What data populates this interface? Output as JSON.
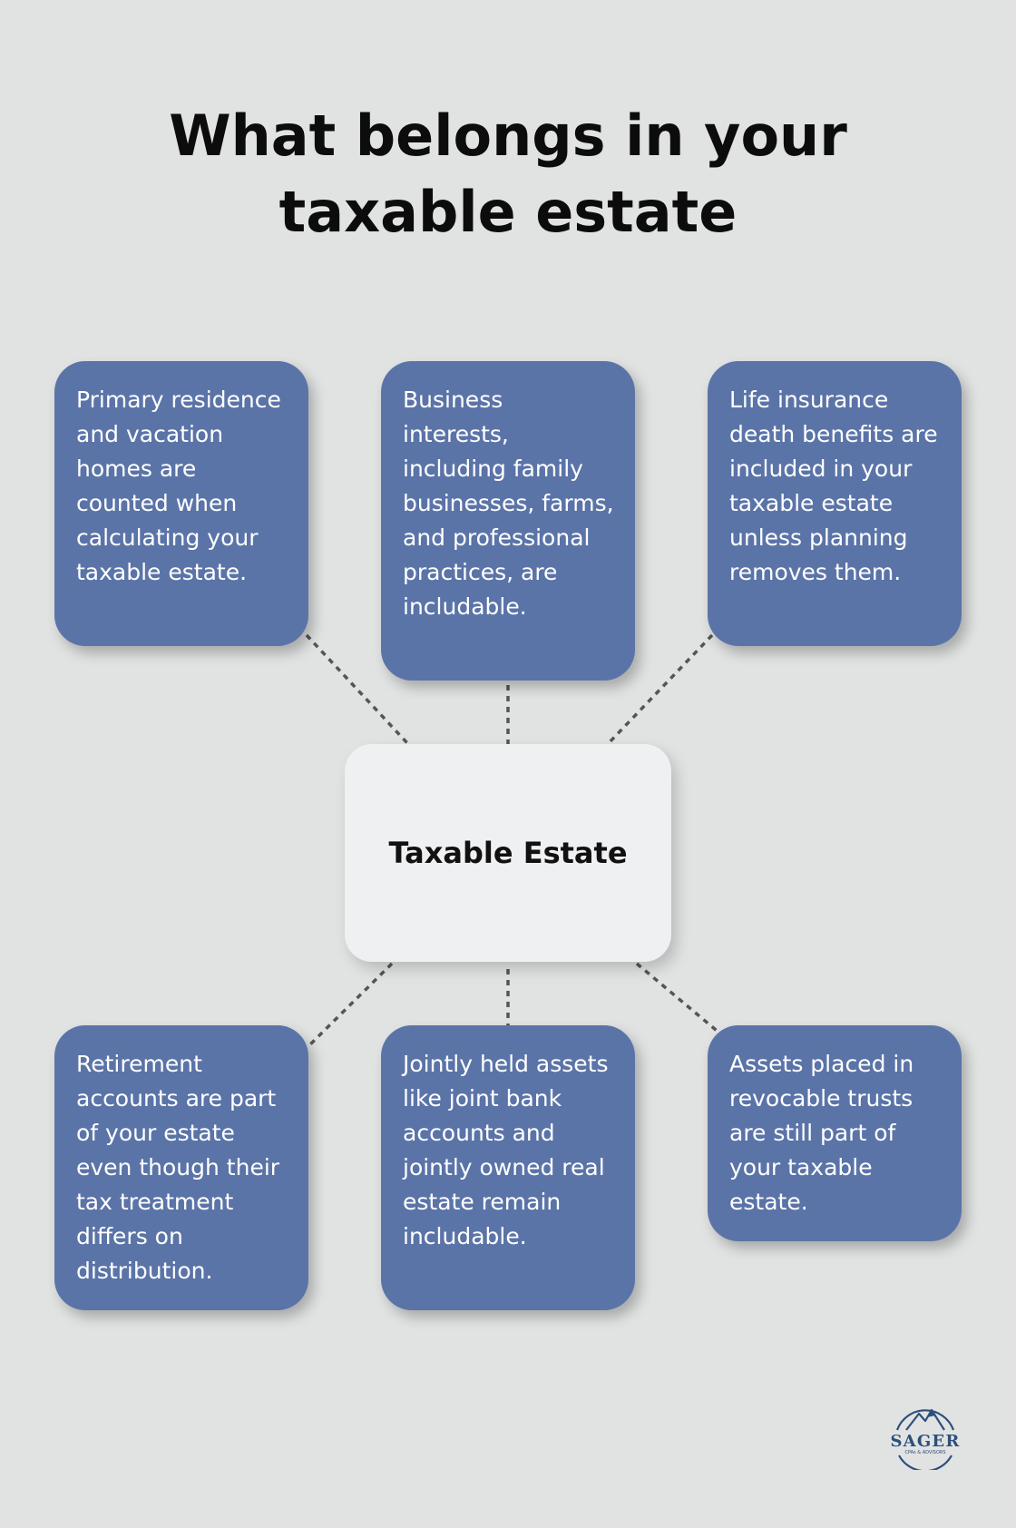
{
  "title": "What belongs in your taxable estate",
  "center": {
    "label": "Taxable Estate"
  },
  "cards": [
    {
      "text": "Primary residence and vacation homes are counted when calculating your taxable estate."
    },
    {
      "text": "Business interests, including family businesses, farms, and professional practices, are includable."
    },
    {
      "text": "Life insurance death benefits are included in your taxable estate unless planning removes them."
    },
    {
      "text": "Retirement accounts are part of your estate even though their tax treatment differs on distribution."
    },
    {
      "text": "Jointly held assets like joint bank accounts and jointly owned real estate remain includable."
    },
    {
      "text": "Assets placed in revocable trusts are still part of your taxable estate."
    }
  ],
  "logo": {
    "name": "SAGER",
    "tagline": "CPAs & ADVISORS",
    "icon": "mountain-icon"
  },
  "colors": {
    "background": "#e1e3e3",
    "card": "#5b74a8",
    "center": "#eff0f2",
    "connector": "#555555",
    "logo": "#2d4f7c"
  }
}
